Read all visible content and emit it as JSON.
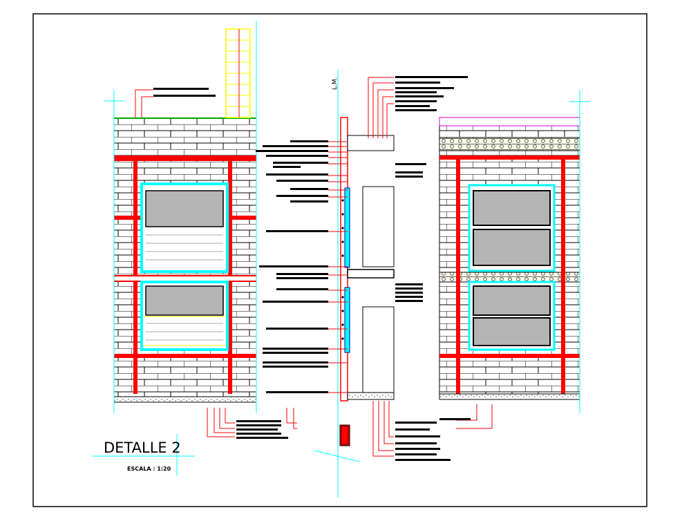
{
  "title": "DETALLE 2",
  "scale_text": "ESCALA : 1:20",
  "line_mark": "L.M.",
  "colors": {
    "brick": "#000000",
    "mortar_red": "#ff0000",
    "cyan": "#00ffff",
    "glass": "#b4b4b4",
    "yellow": "#ffff00",
    "green": "#00aa00",
    "magenta": "#cc00cc"
  }
}
